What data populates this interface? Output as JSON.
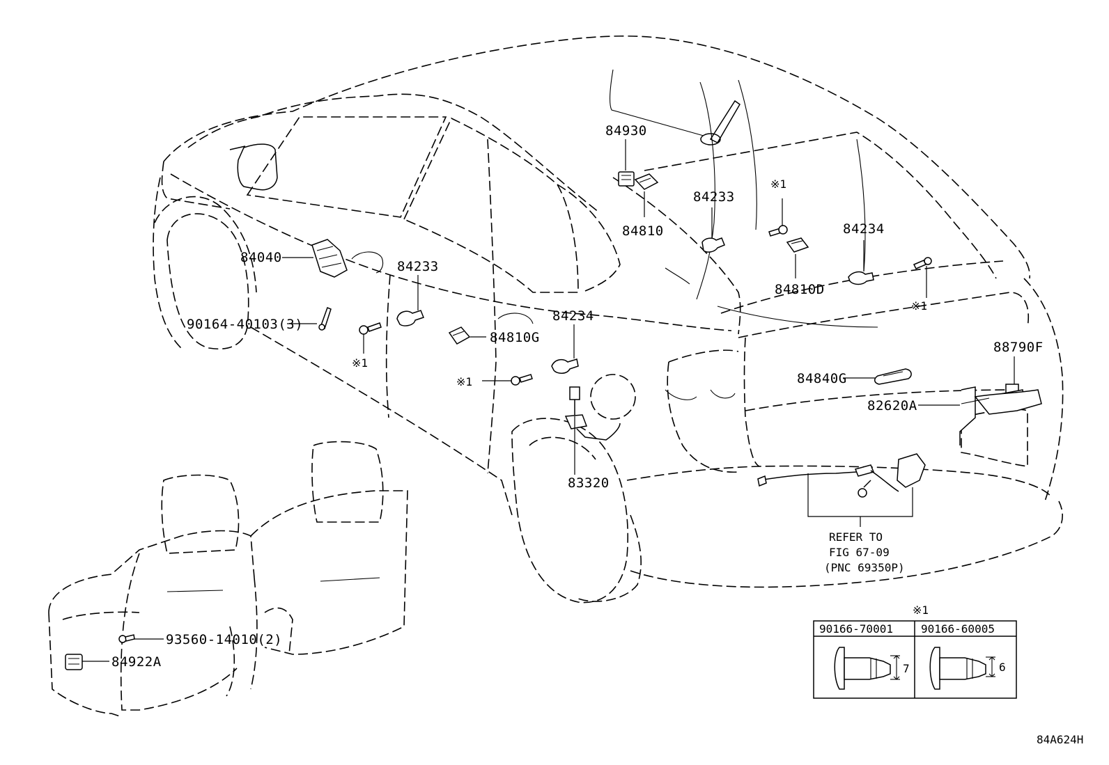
{
  "part_labels": {
    "p84930": "84930",
    "p84810": "84810",
    "p84233_top": "84233",
    "p84234_right": "84234",
    "p84810D": "84810D",
    "p84040": "84040",
    "p84233_door": "84233",
    "p90164": "90164-40103(3)",
    "p84810G": "84810G",
    "p84234_rear": "84234",
    "p84840G": "84840G",
    "p88790F": "88790F",
    "p82620A": "82620A",
    "p83320": "83320",
    "p93560": "93560-14010(2)",
    "p84922A": "84922A"
  },
  "note_marks": {
    "mark_top": "※1",
    "mark_right": "※1",
    "mark_door": "※1",
    "mark_rear": "※1"
  },
  "refer_note": {
    "line1": "REFER TO",
    "line2": "FIG 67-09",
    "line3": "(PNC 69350P)"
  },
  "legend": {
    "title": "※1",
    "col1_part": "90166-70001",
    "col1_dim": "7",
    "col2_part": "90166-60005",
    "col2_dim": "6"
  },
  "figure_id": "84A624H"
}
